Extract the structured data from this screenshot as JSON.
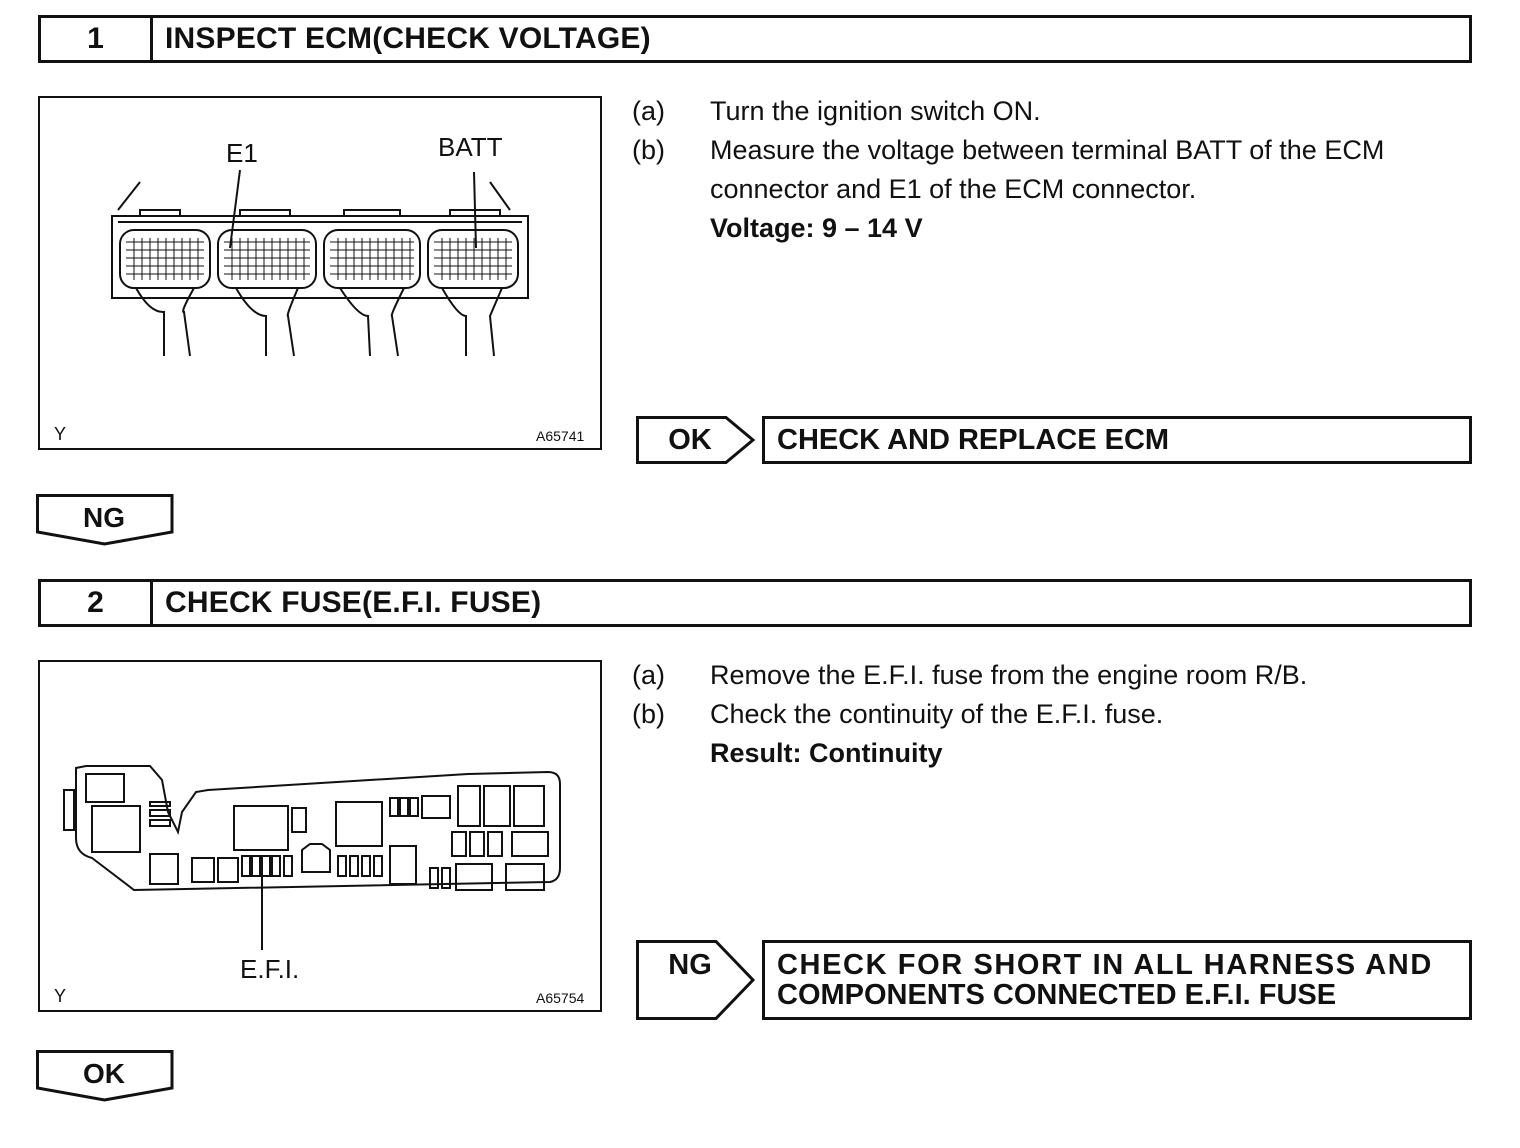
{
  "step1": {
    "number": "1",
    "title": "INSPECT ECM(CHECK VOLTAGE)",
    "figure": {
      "label_left": "E1",
      "label_right": "BATT",
      "corner": "Y",
      "code": "A65741"
    },
    "instructions": [
      {
        "label": "(a)",
        "text": "Turn the ignition switch ON."
      },
      {
        "label": "(b)",
        "text": "Measure the voltage between terminal BATT of the ECM connector and E1 of the ECM connector."
      }
    ],
    "spec": "Voltage: 9 – 14 V",
    "ok_tag": "OK",
    "ok_result": "CHECK AND REPLACE ECM",
    "down_tag": "NG"
  },
  "step2": {
    "number": "2",
    "title": "CHECK FUSE(E.F.I. FUSE)",
    "figure": {
      "label": "E.F.I.",
      "corner": "Y",
      "code": "A65754"
    },
    "instructions": [
      {
        "label": "(a)",
        "text": "Remove the E.F.I. fuse from the engine room R/B."
      },
      {
        "label": "(b)",
        "text": "Check the continuity of the E.F.I. fuse."
      }
    ],
    "spec": "Result: Continuity",
    "ng_tag": "NG",
    "ng_result_line1": "CHECK FOR SHORT IN ALL HARNESS AND",
    "ng_result_line2": "COMPONENTS CONNECTED E.F.I. FUSE",
    "down_tag": "OK"
  }
}
